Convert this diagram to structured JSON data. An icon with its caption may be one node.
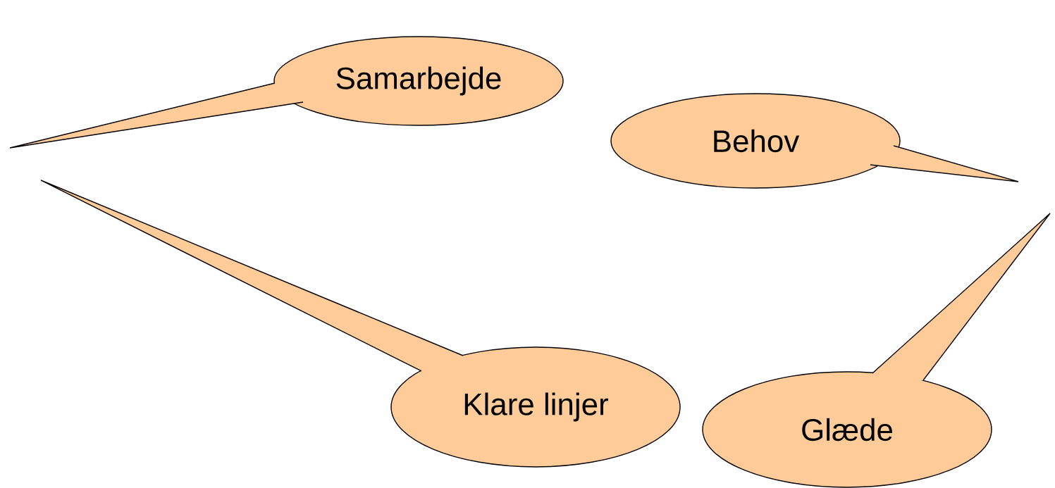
{
  "diagram": {
    "nodes": [
      {
        "text": [
          "Samarbejde"
        ]
      },
      {
        "text": [
          "Behov"
        ]
      },
      {
        "text": [
          "Klare linjer"
        ]
      },
      {
        "text": [
          "Glæde"
        ]
      }
    ]
  }
}
